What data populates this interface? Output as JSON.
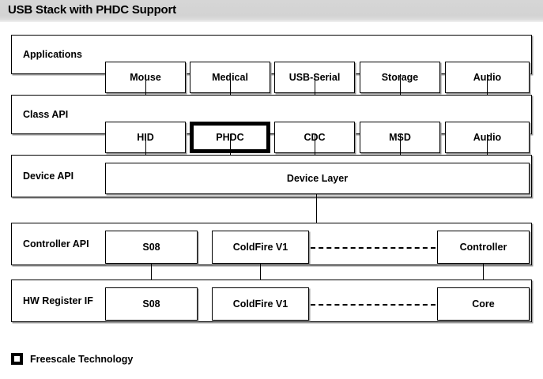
{
  "header": {
    "title": "USB Stack with PHDC Support"
  },
  "diagram": {
    "type": "layered-block-diagram",
    "rows": [
      {
        "id": "applications",
        "label": "Applications",
        "nodes": [
          {
            "label": "Mouse"
          },
          {
            "label": "Medical"
          },
          {
            "label": "USB-Serial"
          },
          {
            "label": "Storage"
          },
          {
            "label": "Audio"
          }
        ]
      },
      {
        "id": "class-api",
        "label": "Class API",
        "nodes": [
          {
            "label": "HID"
          },
          {
            "label": "PHDC",
            "highlighted": true
          },
          {
            "label": "CDC"
          },
          {
            "label": "MSD"
          },
          {
            "label": "Audio"
          }
        ]
      },
      {
        "id": "device-api",
        "label": "Device API",
        "nodes": [
          {
            "label": "Device Layer"
          }
        ]
      },
      {
        "id": "controller-api",
        "label": "Controller API",
        "nodes": [
          {
            "label": "S08"
          },
          {
            "label": "ColdFire V1"
          },
          {
            "label": "Controller"
          }
        ]
      },
      {
        "id": "hw-register-if",
        "label": "HW Register IF",
        "nodes": [
          {
            "label": "S08"
          },
          {
            "label": "ColdFire V1"
          },
          {
            "label": "Core"
          }
        ]
      }
    ]
  },
  "legend": {
    "swatch": "freescale-square-icon",
    "label": "Freescale Technology"
  },
  "colors": {
    "title_bar": "#d4d4d4",
    "stroke": "#000000",
    "fill": "#ffffff",
    "shadow": "#9a9a9a"
  }
}
